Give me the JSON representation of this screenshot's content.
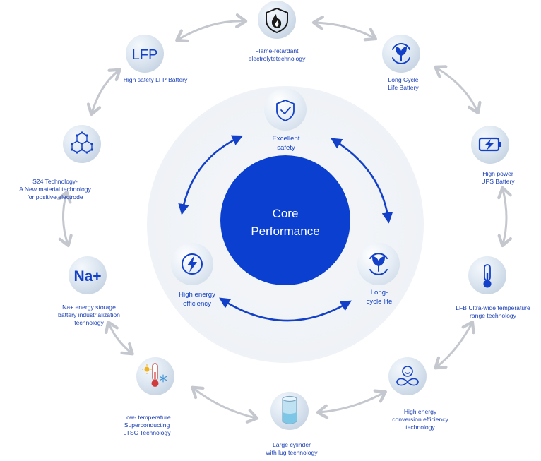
{
  "center": {
    "line1": "Core",
    "line2": "Performance"
  },
  "inner_nodes": [
    {
      "id": "safety",
      "icon": "shield-check-icon",
      "lines": [
        "Excellent",
        "safety"
      ]
    },
    {
      "id": "energy",
      "icon": "lightning-icon",
      "lines": [
        "High energy",
        "efficiency"
      ]
    },
    {
      "id": "cycle",
      "icon": "leaf-cycle-icon",
      "lines": [
        "Long-",
        "cycle life"
      ]
    }
  ],
  "outer_nodes": [
    {
      "id": "flame",
      "icon": "flame-shield-icon",
      "lines": [
        "Flame-retardant",
        "electrolytetechnology"
      ]
    },
    {
      "id": "longcycle",
      "icon": "leaf-cycle-icon",
      "lines": [
        "Long Cycle",
        "Life Battery"
      ]
    },
    {
      "id": "ups",
      "icon": "battery-bolt-icon",
      "lines": [
        "High power",
        "UPS Battery"
      ]
    },
    {
      "id": "lfb",
      "icon": "thermometer-icon",
      "lines": [
        "LFB Ultra-wide temperature",
        "range technology"
      ]
    },
    {
      "id": "conversion",
      "icon": "infinity-face-icon",
      "lines": [
        "High energy",
        "conversion efficiency",
        "technology"
      ]
    },
    {
      "id": "cylinder",
      "icon": "cylinder-icon",
      "lines": [
        "Large cylinder",
        "with lug technology"
      ]
    },
    {
      "id": "ltsc",
      "icon": "thermometer-sun-snow-icon",
      "lines": [
        "Low- temperature",
        "Superconducting",
        "LTSC Technology"
      ]
    },
    {
      "id": "na",
      "icon": "na-plus-icon",
      "text": "Na+",
      "lines": [
        "Na+ energy storage",
        "battery industrialization",
        "technology"
      ]
    },
    {
      "id": "s24",
      "icon": "hexagon-molecule-icon",
      "lines": [
        "S24 Technology-",
        "A New material technology",
        "for positive electrode"
      ]
    },
    {
      "id": "lfp",
      "icon": "lfp-text-icon",
      "text": "LFP",
      "lines": [
        "High safety LFP Battery"
      ]
    }
  ],
  "colors": {
    "core_blue": "#0a3fd0",
    "arrow_blue": "#1240c8",
    "outer_arrow_gray": "#c4c7cd",
    "halo": "#f3f5f8",
    "bubble": "#dbe5f0",
    "label_blue": "#1b3fb5"
  }
}
